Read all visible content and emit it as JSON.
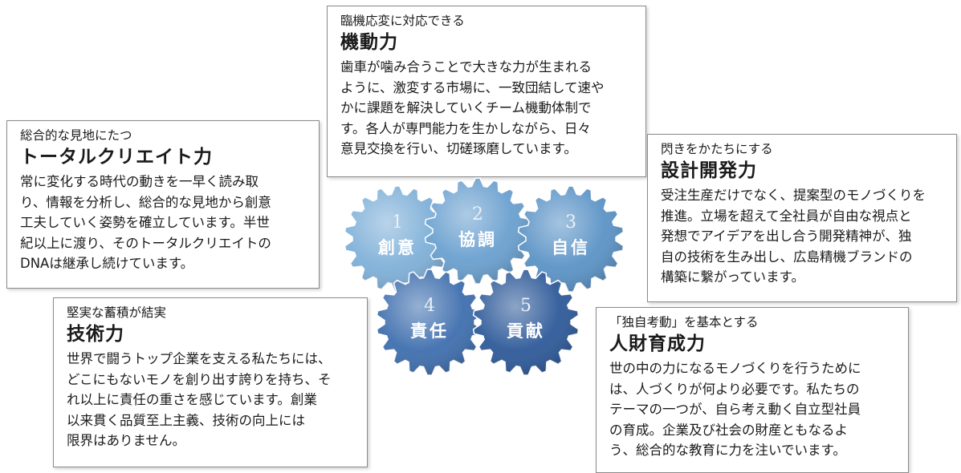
{
  "boxes": {
    "kidou": {
      "subtitle": "臨機応変に対応できる",
      "title": "機動力",
      "lines": [
        "歯車が噛み合うことで大きな力が生まれる",
        "ように、激変する市場に、一致団結して速や",
        "かに課題を解決していくチーム機動体制で",
        "す。各人が専門能力を生かしながら、日々",
        "意見交換を行い、切磋琢磨しています。"
      ]
    },
    "total": {
      "subtitle": "総合的な見地にたつ",
      "title": "トータルクリエイト力",
      "lines": [
        "常に変化する時代の動きを一早く読み取",
        "り、情報を分析し、総合的な見地から創意",
        "工夫していく姿勢を確立しています。半世",
        "紀以上に渡り、そのトータルクリエイトの",
        "DNAは継承し続けています。"
      ]
    },
    "sekkei": {
      "subtitle": "閃きをかたちにする",
      "title": "設計開発力",
      "lines": [
        "受注生産だけでなく、提案型のモノづくりを",
        "推進。立場を超えて全社員が自由な視点と",
        "発想でアイデアを出し合う開発精神が、独",
        "自の技術を生み出し、広島精機ブランドの",
        "構築に繋がっています。"
      ]
    },
    "gijutsu": {
      "subtitle": "堅実な蓄積が結実",
      "title": "技術力",
      "lines": [
        "世界で闘うトップ企業を支える私たちには、",
        "どこにもないモノを創り出す誇りを持ち、そ",
        "れ以上に責任の重さを感じています。創業",
        "以来貫く品質至上主義、技術の向上には",
        "限界はありません。"
      ]
    },
    "jinzai": {
      "subtitle": "「独自考動」を基本とする",
      "title": "人財育成力",
      "lines": [
        "世の中の力になるモノづくりを行うために",
        "は、人づくりが何より必要です。私たちの",
        "テーマの一つが、自ら考え動く自立型社員",
        "の育成。企業及び社会の財産ともなるよ",
        "う、総合的な教育に力を注いでいます。"
      ]
    }
  },
  "gears": [
    {
      "number": "1",
      "label": "創意",
      "color": "#7fb0d8"
    },
    {
      "number": "2",
      "label": "協調",
      "color": "#6aa0cf"
    },
    {
      "number": "3",
      "label": "自信",
      "color": "#5b93c6"
    },
    {
      "number": "4",
      "label": "責任",
      "color": "#3f6fae"
    },
    {
      "number": "5",
      "label": "貢献",
      "color": "#2e5a99"
    }
  ]
}
